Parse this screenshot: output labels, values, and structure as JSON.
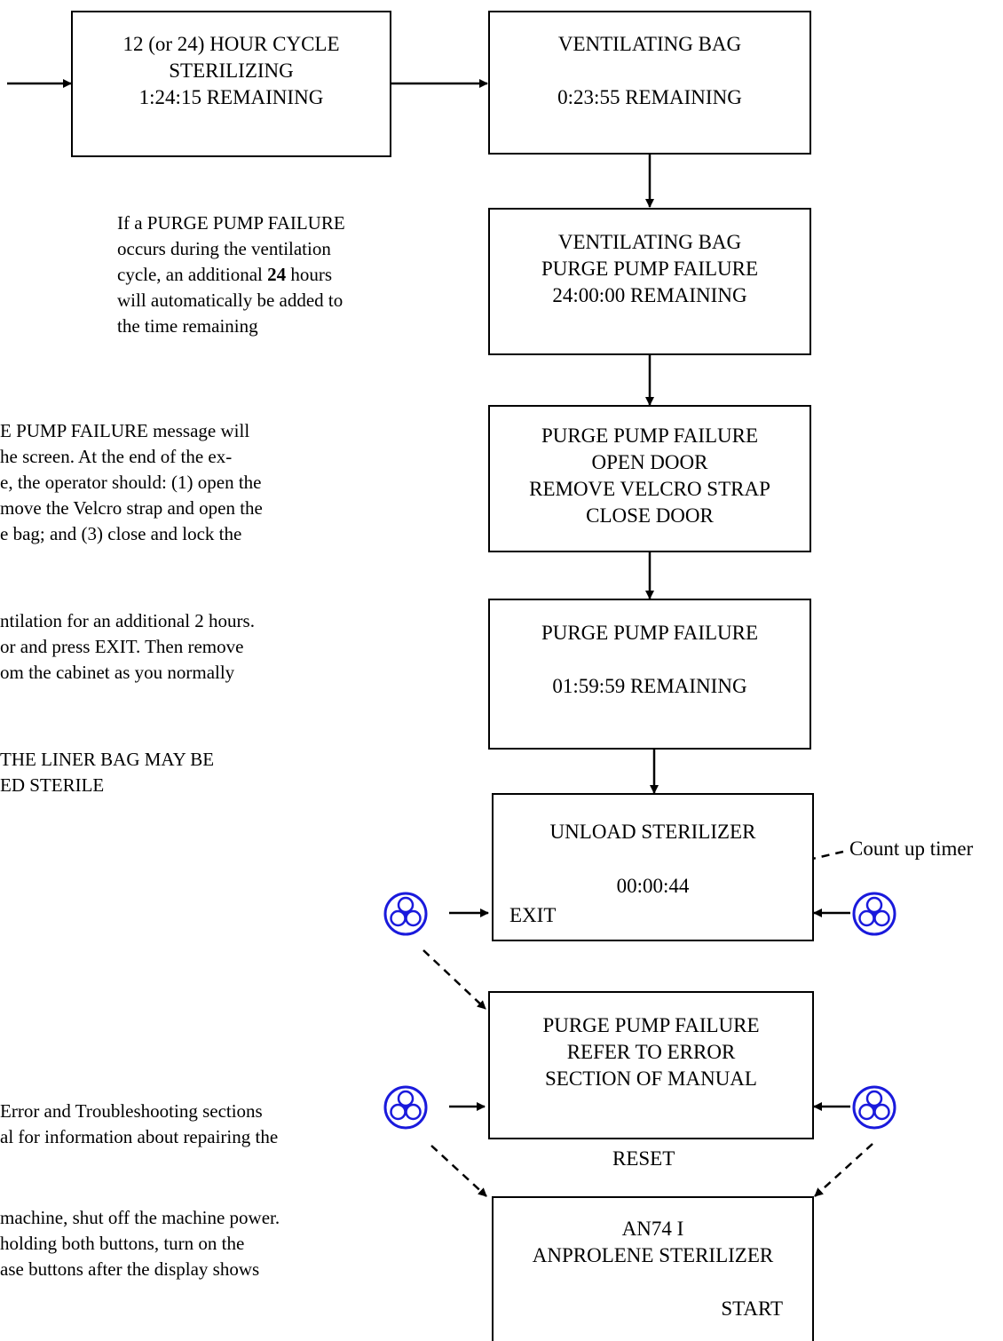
{
  "colors": {
    "fan_stroke": "#1a1adc",
    "fan_fill": "#ffffff",
    "line": "#000000"
  },
  "boxes": {
    "cycle": [
      "12 (or 24) HOUR CYCLE",
      "STERILIZING",
      "1:24:15  REMAINING"
    ],
    "vent": [
      "VENTILATING BAG",
      "",
      "0:23:55  REMAINING"
    ],
    "vent_failure": [
      "VENTILATING BAG",
      "PURGE PUMP FAILURE",
      "24:00:00  REMAINING"
    ],
    "open_door": [
      "PURGE PUMP FAILURE",
      "OPEN DOOR",
      "REMOVE VELCRO STRAP",
      "CLOSE DOOR"
    ],
    "failure_timer": [
      "PURGE PUMP FAILURE",
      "",
      "01:59:59  REMAINING"
    ],
    "unload": {
      "title": "UNLOAD STERILIZER",
      "timer": "00:00:44",
      "exit": "EXIT"
    },
    "refer": [
      "PURGE PUMP FAILURE",
      "REFER TO ERROR",
      "SECTION OF MANUAL"
    ],
    "start": {
      "lines": [
        "AN74 I",
        "ANPROLENE STERILIZER"
      ],
      "start": "START"
    }
  },
  "labels": {
    "count_up": "Count up timer",
    "reset": "RESET"
  },
  "notes": {
    "vent_note": [
      "If a PURGE PUMP FAILURE",
      "occurs during the ventilation",
      "cycle, an additional",
      "will automatically be added to",
      "the time remaining"
    ],
    "vent_note_bold": "24",
    "vent_note_tail": " hours",
    "para1": [
      "E PUMP FAILURE message will",
      "he screen.  At the end of the ex-",
      "e, the operator should: (1) open the",
      "move the Velcro strap and open the",
      "e bag; and (3) close and lock the"
    ],
    "para2": [
      "ntilation for an additional 2 hours.",
      "or and press EXIT.  Then remove",
      "om the cabinet as you normally"
    ],
    "para3": [
      "THE LINER BAG MAY BE",
      "ED STERILE"
    ],
    "para4": [
      "Error and Troubleshooting sections",
      "al for information about repairing the"
    ],
    "para5": [
      "machine, shut off the machine power.",
      "holding both buttons, turn on the",
      "ase buttons after the display shows"
    ]
  },
  "icons": [
    "fan-icon",
    "fan-icon",
    "fan-icon",
    "fan-icon"
  ]
}
